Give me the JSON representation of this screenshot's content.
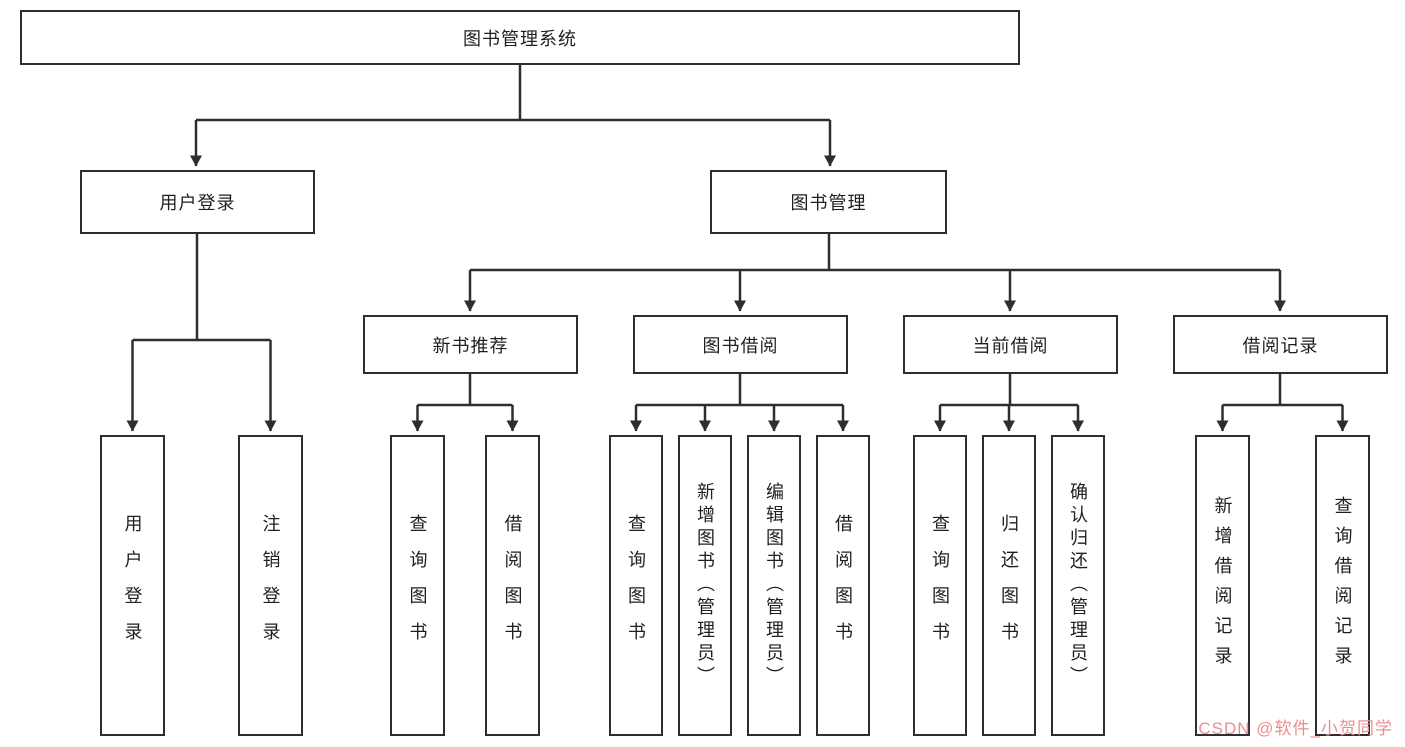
{
  "tree": {
    "root": "图书管理系统",
    "user_login": {
      "label": "用户登录",
      "children": [
        "用户登录",
        "注销登录"
      ]
    },
    "book_mgmt": {
      "label": "图书管理",
      "sections": [
        {
          "label": "新书推荐",
          "children": [
            "查询图书",
            "借阅图书"
          ]
        },
        {
          "label": "图书借阅",
          "children": [
            "查询图书",
            "新增图书（管理员）",
            "编辑图书（管理员）",
            "借阅图书"
          ]
        },
        {
          "label": "当前借阅",
          "children": [
            "查询图书",
            "归还图书",
            "确认归还（管理员）"
          ]
        },
        {
          "label": "借阅记录",
          "children": [
            "新增借阅记录",
            "查询借阅记录"
          ]
        }
      ]
    }
  },
  "watermark": "CSDN @软件_小贺同学",
  "colors": {
    "line": "#2e2e2e",
    "watermark": "#ea8f8f"
  }
}
